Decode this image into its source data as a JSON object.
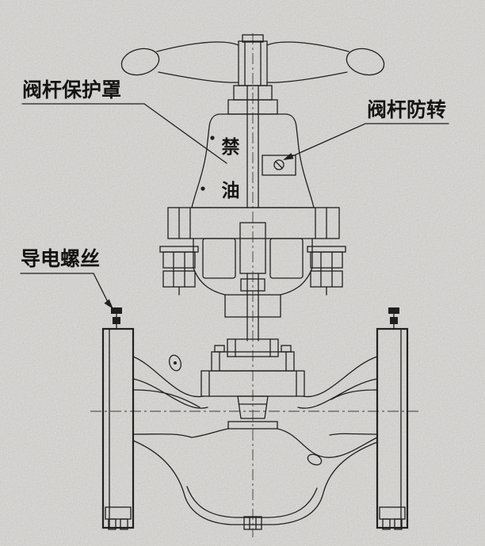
{
  "page": {
    "background_color": "#d6d5d2",
    "ink_color": "#1f1f1f"
  },
  "diagram": {
    "subject": "globe-valve-sectional-drawing",
    "labels": {
      "stem_cover": "阀杆保护罩",
      "anti_rotation": "阀杆防转",
      "conductive_screw": "导电螺丝",
      "no_oil_top": "禁",
      "no_oil_bottom": "油"
    }
  }
}
